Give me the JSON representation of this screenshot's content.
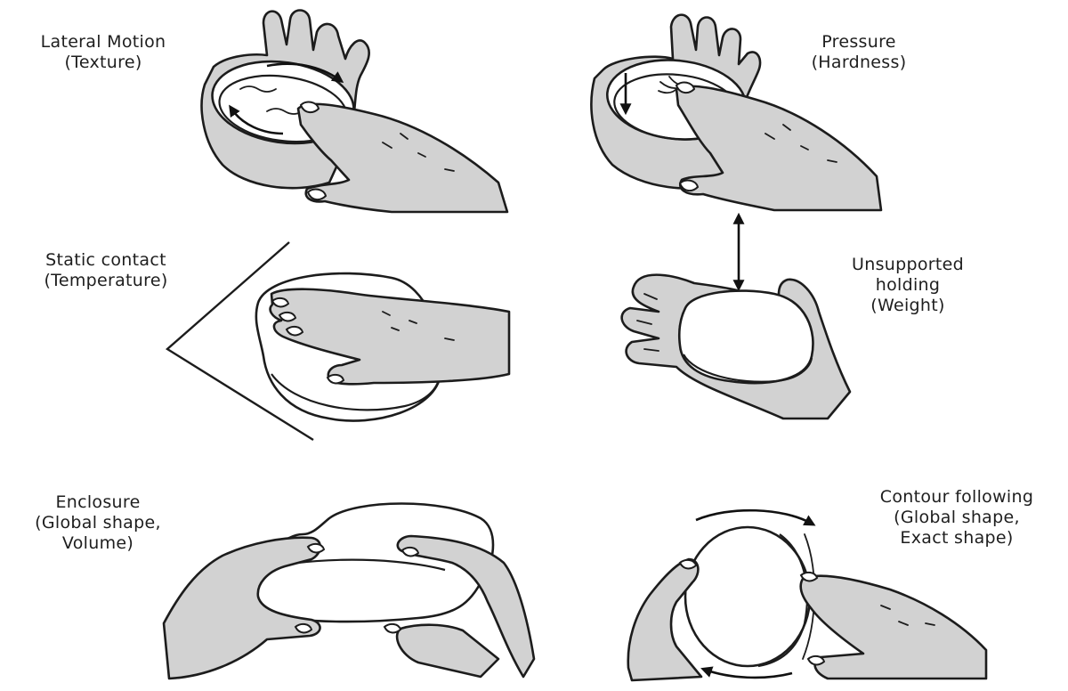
{
  "procedures": [
    {
      "id": "lateral-motion",
      "name": "Lateral Motion",
      "property": "(Texture)"
    },
    {
      "id": "pressure",
      "name": "Pressure",
      "property": "(Hardness)"
    },
    {
      "id": "static-contact",
      "name": "Static contact",
      "property": "(Temperature)"
    },
    {
      "id": "unsupported-holding",
      "name": "Unsupported",
      "name_line2": "holding",
      "property": "(Weight)"
    },
    {
      "id": "enclosure",
      "name": "Enclosure",
      "property": "(Global shape,",
      "property_line2": "Volume)"
    },
    {
      "id": "contour-following",
      "name": "Contour following",
      "property": "(Global shape,",
      "property_line2": "Exact shape)"
    }
  ],
  "colors": {
    "ink": "#1c1c1c",
    "skin": "#d2d2d2",
    "object": "#ffffff",
    "background": "#ffffff"
  }
}
